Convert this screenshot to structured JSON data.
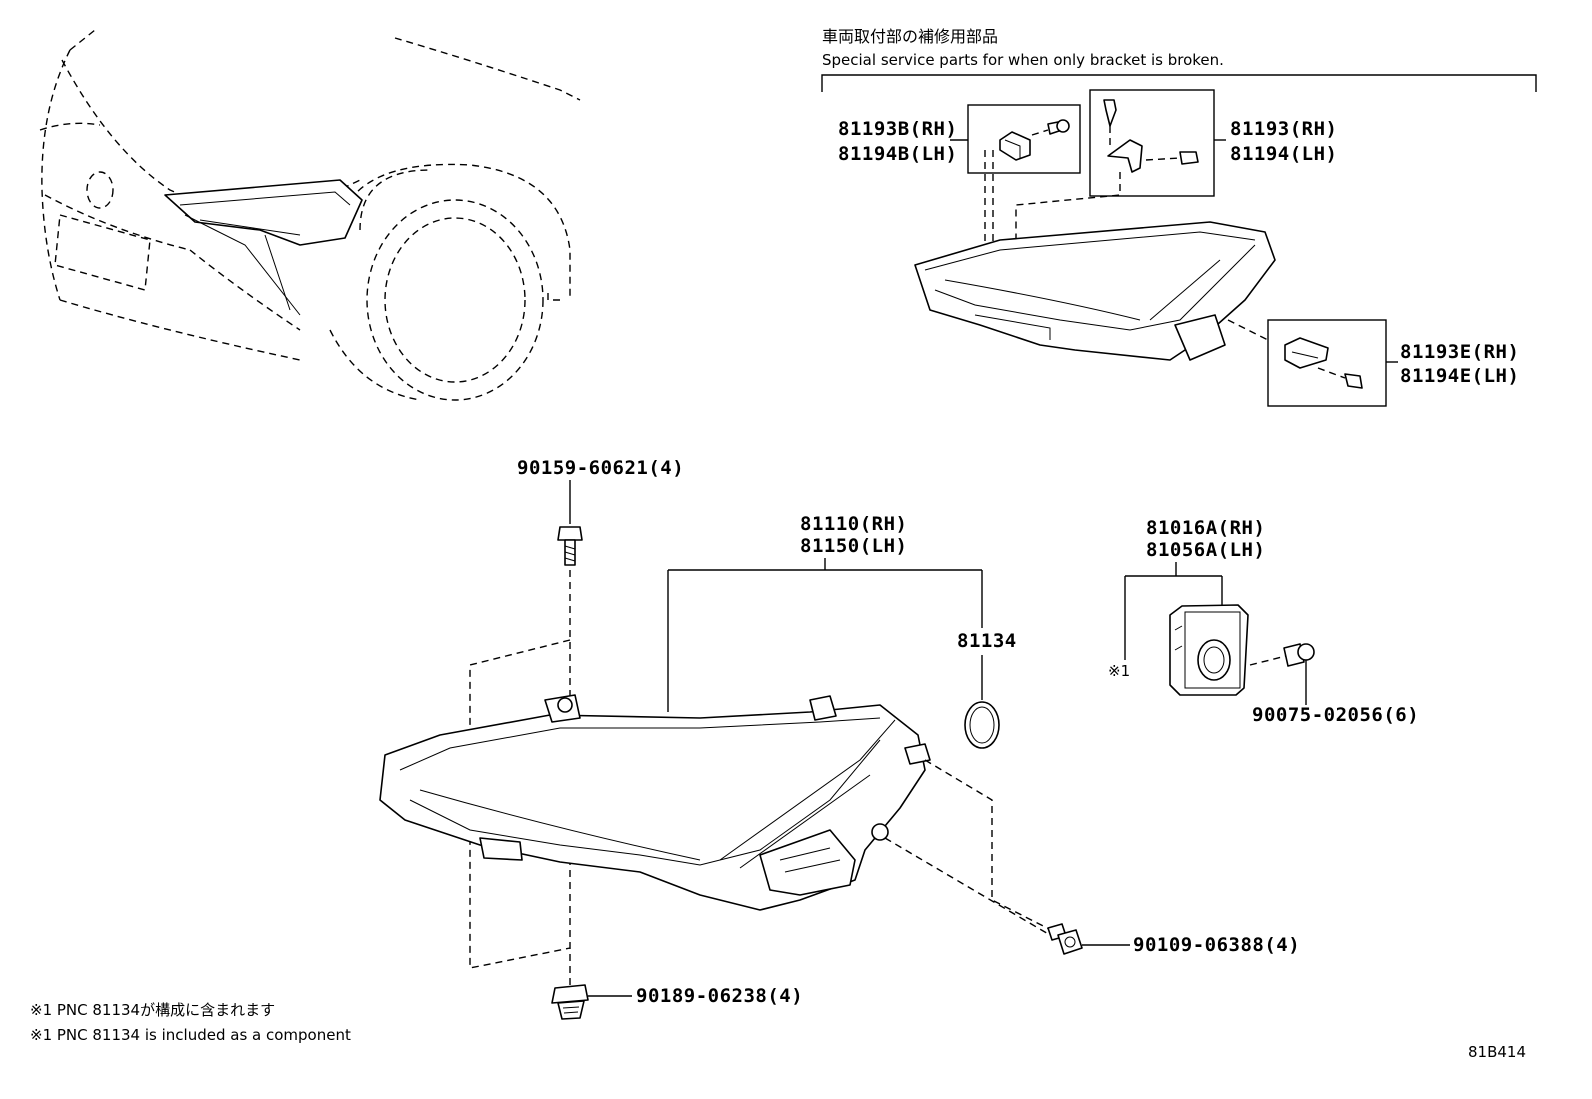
{
  "header": {
    "title_jp": "車両取付部の補修用部品",
    "title_en": "Special service parts for when only bracket is broken."
  },
  "parts": {
    "p81193B": "81193B(RH)",
    "p81194B": "81194B(LH)",
    "p81193": "81193(RH)",
    "p81194": "81194(LH)",
    "p81193E": "81193E(RH)",
    "p81194E": "81194E(LH)",
    "p90159": "90159-60621(4)",
    "p81110": "81110(RH)",
    "p81150": "81150(LH)",
    "p81134": "81134",
    "p81016A": "81016A(RH)",
    "p81056A": "81056A(LH)",
    "p90075": "90075-02056(6)",
    "p90109": "90109-06388(4)",
    "p90189": "90189-06238(4)",
    "mark1": "※1"
  },
  "notes": {
    "note_jp": "※1 PNC 81134が構成に含まれます",
    "note_en": "※1 PNC 81134 is included as a component"
  },
  "figure_id": "81B414"
}
